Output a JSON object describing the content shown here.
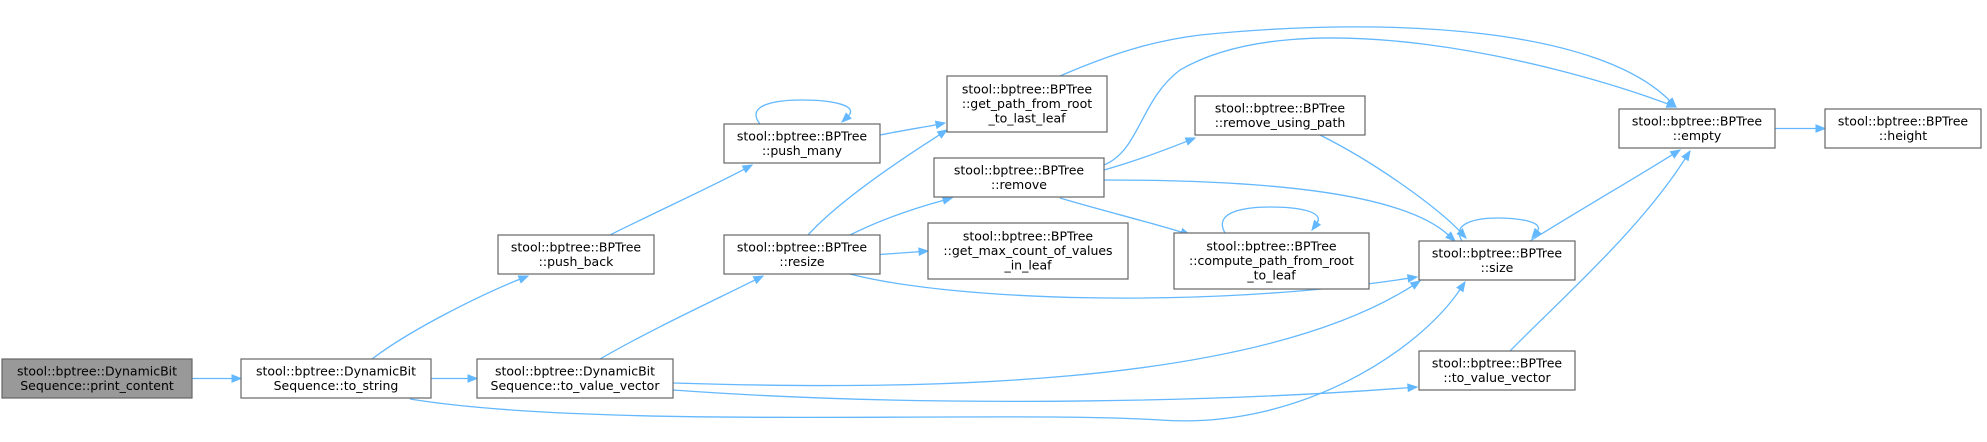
{
  "colors": {
    "edge": "#63b8ff",
    "node_border": "#666666",
    "current_node_fill": "#999999",
    "node_fill": "#ffffff"
  },
  "nodes": {
    "print_content": {
      "lines": [
        "stool::bptree::DynamicBit",
        "Sequence::print_content"
      ],
      "current": true
    },
    "to_string": {
      "lines": [
        "stool::bptree::DynamicBit",
        "Sequence::to_string"
      ]
    },
    "push_back": {
      "lines": [
        "stool::bptree::BPTree",
        "::push_back"
      ]
    },
    "to_value_vector_dbs": {
      "lines": [
        "stool::bptree::DynamicBit",
        "Sequence::to_value_vector"
      ]
    },
    "push_many": {
      "lines": [
        "stool::bptree::BPTree",
        "::push_many"
      ]
    },
    "resize": {
      "lines": [
        "stool::bptree::BPTree",
        "::resize"
      ]
    },
    "get_path_last_leaf": {
      "lines": [
        "stool::bptree::BPTree",
        "::get_path_from_root",
        "_to_last_leaf"
      ]
    },
    "remove": {
      "lines": [
        "stool::bptree::BPTree",
        "::remove"
      ]
    },
    "get_max_count": {
      "lines": [
        "stool::bptree::BPTree",
        "::get_max_count_of_values",
        "_in_leaf"
      ]
    },
    "remove_using_path": {
      "lines": [
        "stool::bptree::BPTree",
        "::remove_using_path"
      ]
    },
    "compute_path_leaf": {
      "lines": [
        "stool::bptree::BPTree",
        "::compute_path_from_root",
        "_to_leaf"
      ]
    },
    "empty": {
      "lines": [
        "stool::bptree::BPTree",
        "::empty"
      ]
    },
    "size": {
      "lines": [
        "stool::bptree::BPTree",
        "::size"
      ]
    },
    "to_value_vector_bpt": {
      "lines": [
        "stool::bptree::BPTree",
        "::to_value_vector"
      ]
    },
    "height": {
      "lines": [
        "stool::bptree::BPTree",
        "::height"
      ]
    }
  },
  "edges": [
    [
      "print_content",
      "to_string"
    ],
    [
      "to_string",
      "push_back"
    ],
    [
      "to_string",
      "to_value_vector_dbs"
    ],
    [
      "to_string",
      "size"
    ],
    [
      "push_back",
      "push_many"
    ],
    [
      "push_many",
      "push_many"
    ],
    [
      "push_many",
      "get_path_last_leaf"
    ],
    [
      "to_value_vector_dbs",
      "resize"
    ],
    [
      "to_value_vector_dbs",
      "size"
    ],
    [
      "to_value_vector_dbs",
      "to_value_vector_bpt"
    ],
    [
      "resize",
      "get_path_last_leaf"
    ],
    [
      "resize",
      "remove"
    ],
    [
      "resize",
      "get_max_count"
    ],
    [
      "resize",
      "size"
    ],
    [
      "get_path_last_leaf",
      "empty"
    ],
    [
      "remove",
      "empty"
    ],
    [
      "remove",
      "remove_using_path"
    ],
    [
      "remove",
      "compute_path_leaf"
    ],
    [
      "remove",
      "size"
    ],
    [
      "remove_using_path",
      "size"
    ],
    [
      "compute_path_leaf",
      "compute_path_leaf"
    ],
    [
      "size",
      "size"
    ],
    [
      "size",
      "empty"
    ],
    [
      "to_value_vector_bpt",
      "empty"
    ],
    [
      "empty",
      "height"
    ]
  ]
}
